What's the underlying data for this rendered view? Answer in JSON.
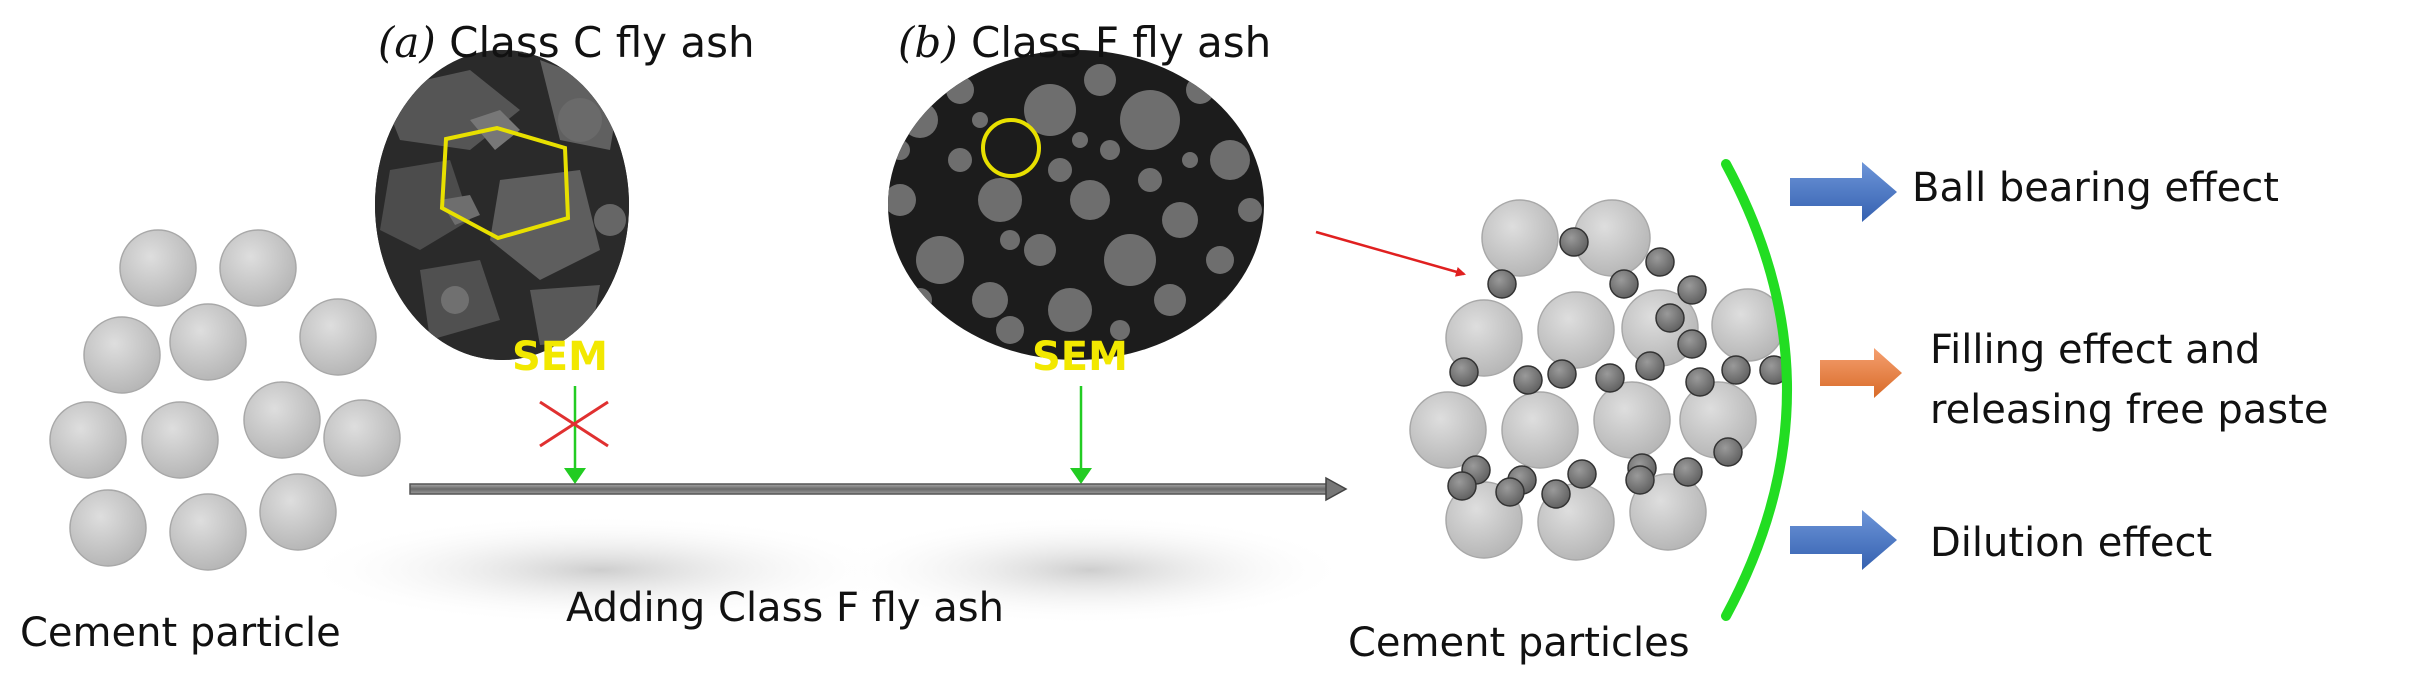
{
  "figure": {
    "panel_a": {
      "letter": "(a)",
      "label": "Class C fly ash",
      "sem": "SEM"
    },
    "panel_b": {
      "letter": "(b)",
      "label": "Class F fly ash",
      "sem": "SEM"
    },
    "left_label": "Cement particle",
    "arrow_label": "Adding Class F fly ash",
    "right_label": "Cement particles",
    "effects": [
      {
        "label": "Ball bearing effect",
        "color": "#4472c4"
      },
      {
        "label": "Filling effect and releasing free paste",
        "line1": "Filling effect and",
        "line2": "releasing free paste",
        "color": "#ed7d31"
      },
      {
        "label": "Dilution effect",
        "color": "#4472c4"
      }
    ],
    "colors": {
      "sem_text": "#f2e800",
      "highlight": "#e8e000",
      "curve": "#22dd22",
      "connector": "#e02020",
      "drop_arrow": "#22cc22",
      "cross": "#e03030",
      "cement": "#c6c6c6",
      "fly_ash": "#7a7a7a"
    }
  }
}
